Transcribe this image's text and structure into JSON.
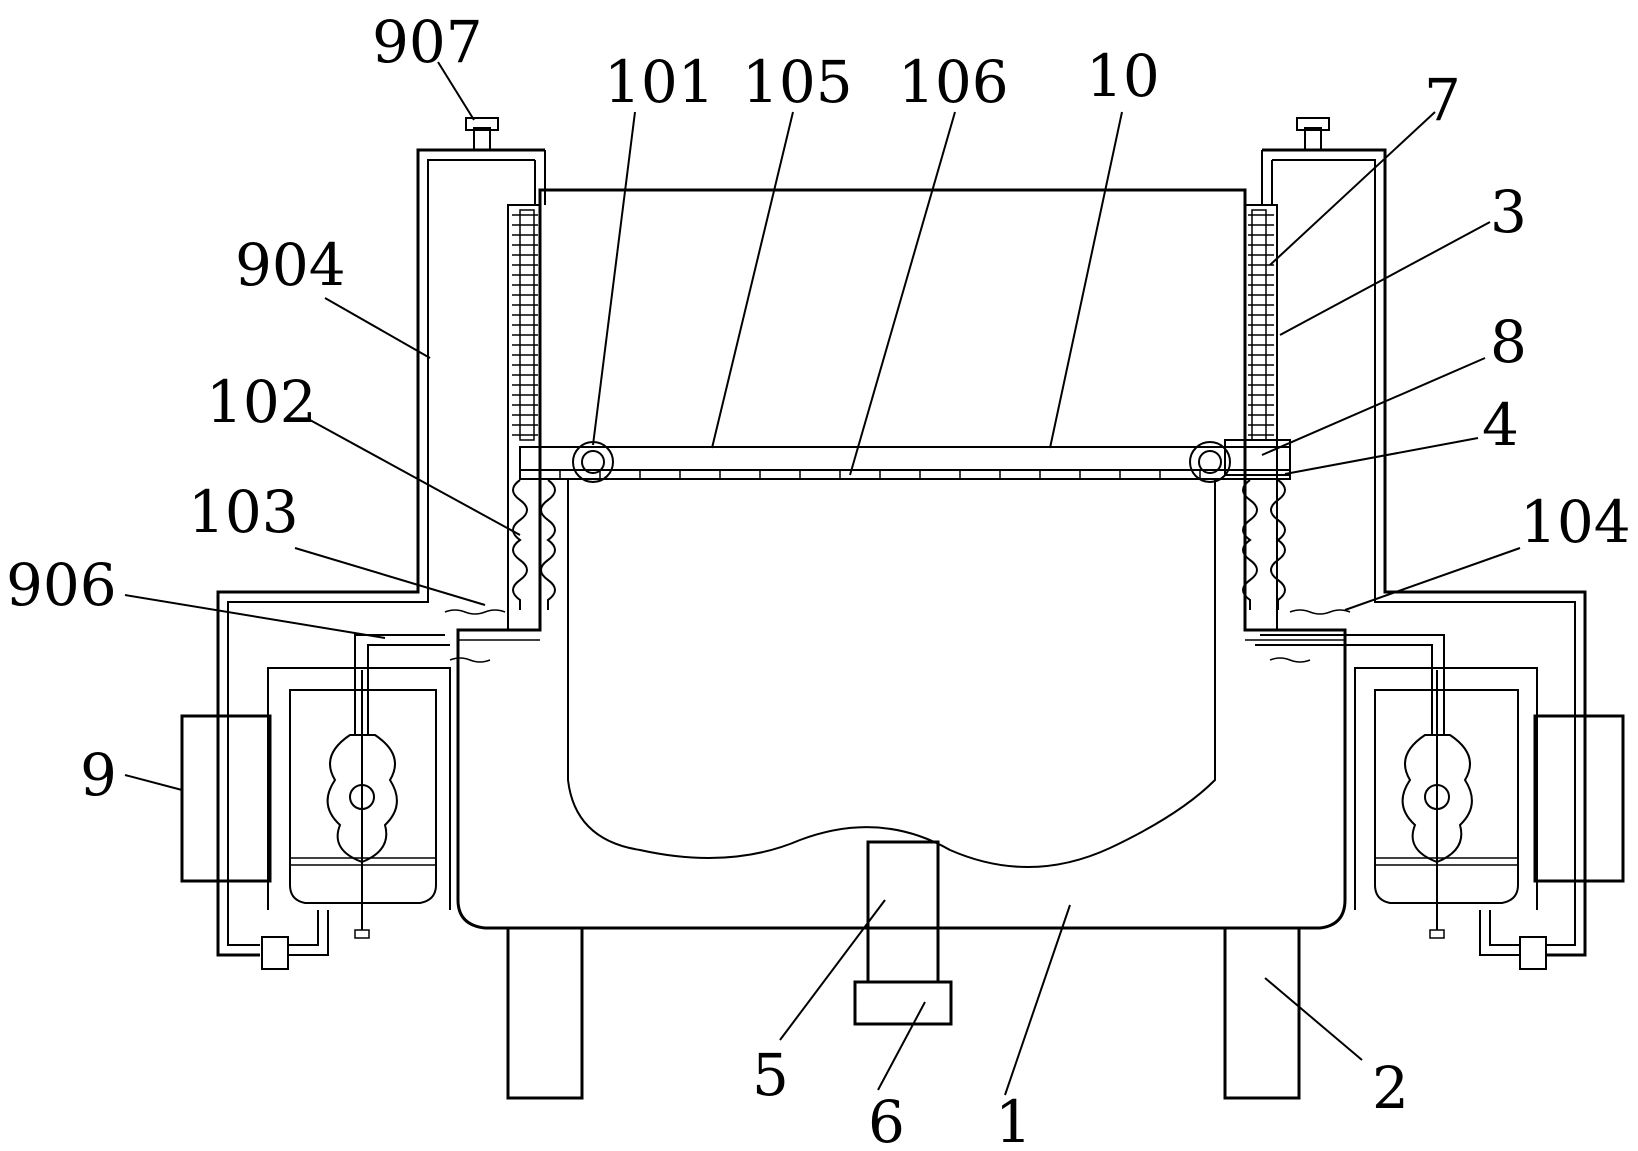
{
  "labels": {
    "l907": "907",
    "l101": "101",
    "l105": "105",
    "l106": "106",
    "l10": "10",
    "l7": "7",
    "l3": "3",
    "l904": "904",
    "l8": "8",
    "l102": "102",
    "l4": "4",
    "l103": "103",
    "l104": "104",
    "l906": "906",
    "l9": "9",
    "l5": "5",
    "l6": "6",
    "l1": "1",
    "l2": "2"
  }
}
